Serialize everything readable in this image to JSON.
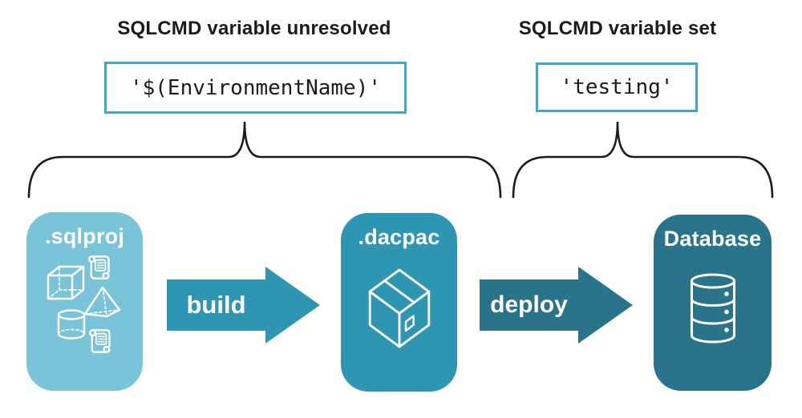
{
  "captions": {
    "unresolved": {
      "heading": "SQLCMD variable unresolved",
      "code": "'$(EnvironmentName)'"
    },
    "set": {
      "heading": "SQLCMD variable set",
      "code": "'testing'"
    }
  },
  "stages": [
    {
      "label": ".sqlproj",
      "color": "#79C4D9",
      "icon": "sql-objects-icon"
    },
    {
      "label": ".dacpac",
      "color": "#2E96B3",
      "icon": "package-icon"
    },
    {
      "label": "Database",
      "color": "#29738B",
      "icon": "database-icon"
    }
  ],
  "arrows": [
    {
      "label": "build",
      "color": "#2E96B3"
    },
    {
      "label": "deploy",
      "color": "#29738B"
    }
  ],
  "colors": {
    "background": "#ffffff",
    "code_box_border": "#3EA8C6",
    "heading_text": "#1b1b1b",
    "code_text": "#1b1b1b",
    "brace_stroke": "#1b1b1b",
    "stage_label_text": "#ffffff",
    "icon_stroke": "#ffffff"
  }
}
